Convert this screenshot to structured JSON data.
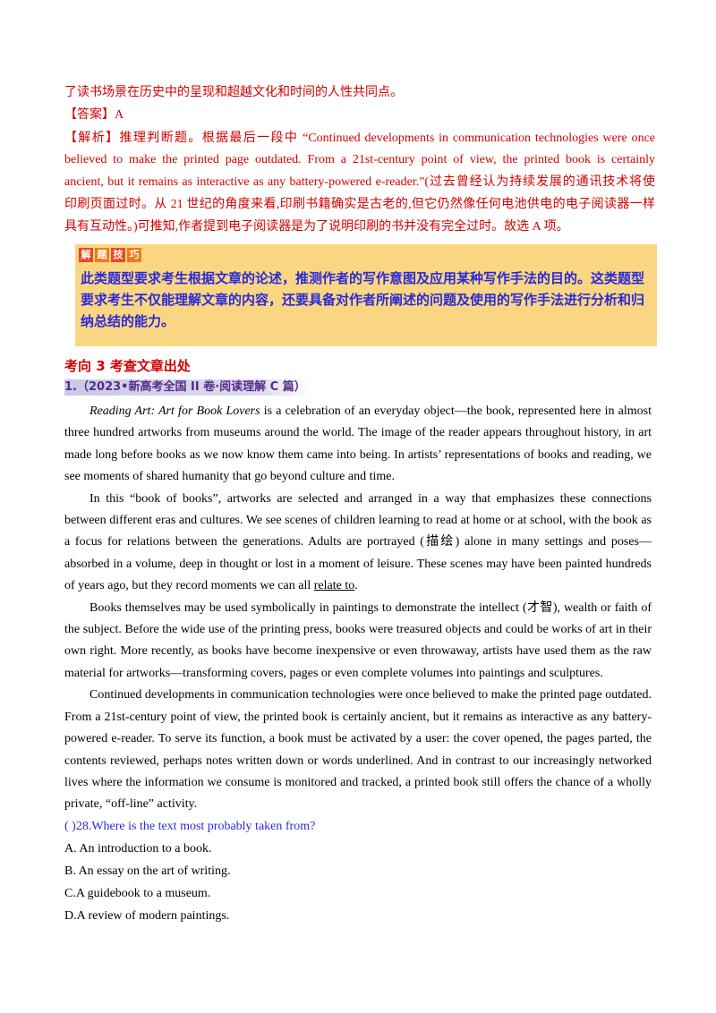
{
  "prev_answer": {
    "line_intro": "了读书场景在历史中的呈现和超越文化和时间的人性共同点。",
    "answer_label": "【答案】",
    "answer_value": "A",
    "analysis_label": "【解析】",
    "analysis_lines": [
      "推理判断题。根据最后一段中 “Continued developments in communication technologies were once",
      "believed to make the printed page outdated. From a 21st-century point of view, the printed book is certainly",
      "ancient, but it remains as interactive as any battery-powered e-reader.”(过去曾经认为持续发展的通讯技术将使",
      "印刷页面过时。从 21 世纪的角度来看,印刷书籍确实是古老的,但它仍然像任何电池供电的电子阅读器一样",
      "具有互动性。)可推知,作者提到电子阅读器是为了说明印刷的书并没有完全过时。故选 A 项。"
    ]
  },
  "tip_box": {
    "badge": [
      "解",
      "题",
      "技",
      "巧"
    ],
    "text": "此类题型要求考生根据文章的论述，推测作者的写作意图及应用某种写作手法的目的。这类题型要求考生不仅能理解文章的内容，还要具备对作者所阐述的问题及使用的写作手法进行分析和归纳总结的能力。"
  },
  "section": {
    "title": "考向 3  考查文章出处",
    "source": "1.（2023•新高考全国 II 卷·阅读理解 C 篇）"
  },
  "passage": {
    "p1_title": "Reading Art: Art for Book Lovers",
    "p1_rest": " is a celebration of an everyday object—the book, represented here in almost three hundred artworks from museums around the world. The image of the reader appears throughout history, in art made long before books as we now know them came into being. In artists’ representations of books and reading, we see moments of shared humanity that go beyond culture and time.",
    "p2_a": "In this “book of books”, artworks are selected and arranged in a way that emphasizes these connections between different eras and cultures. We see scenes of children learning to read at home or at school, with the book as a focus for relations between the generations. Adults are portrayed (描绘) alone in many settings and poses—absorbed in a volume, deep in thought or lost in a moment of leisure. These scenes may have been painted hundreds of years ago, but they record moments we can all ",
    "p2_ul": "relate to",
    "p2_end": ".",
    "p3": "Books themselves may be used symbolically in paintings to demonstrate the intellect (才智), wealth or faith of the subject. Before the wide use of the printing press, books were treasured objects and could be works of art in their own right. More recently, as books have become inexpensive or even throwaway, artists have used them as the raw material for artworks—transforming covers, pages or even complete volumes into paintings and sculptures.",
    "p4": "Continued developments in communication technologies were once believed to make the printed page outdated. From a 21st-century point of view, the printed book is certainly ancient, but it remains as interactive as any battery-powered e-reader. To serve its function, a book must be activated by a user: the cover opened, the pages parted, the contents reviewed, perhaps notes written down or words underlined. And in contrast to our increasingly networked lives where the information we consume is monitored and tracked, a printed book still offers the chance of a wholly private, “off-line” activity."
  },
  "question": {
    "stem": "(      )28.Where is the text most probably taken from?",
    "options": [
      "A.  An introduction to a book.",
      "B.  An essay on the art of writing.",
      "C.A guidebook to a museum.",
      "D.A review of modern paintings."
    ]
  }
}
